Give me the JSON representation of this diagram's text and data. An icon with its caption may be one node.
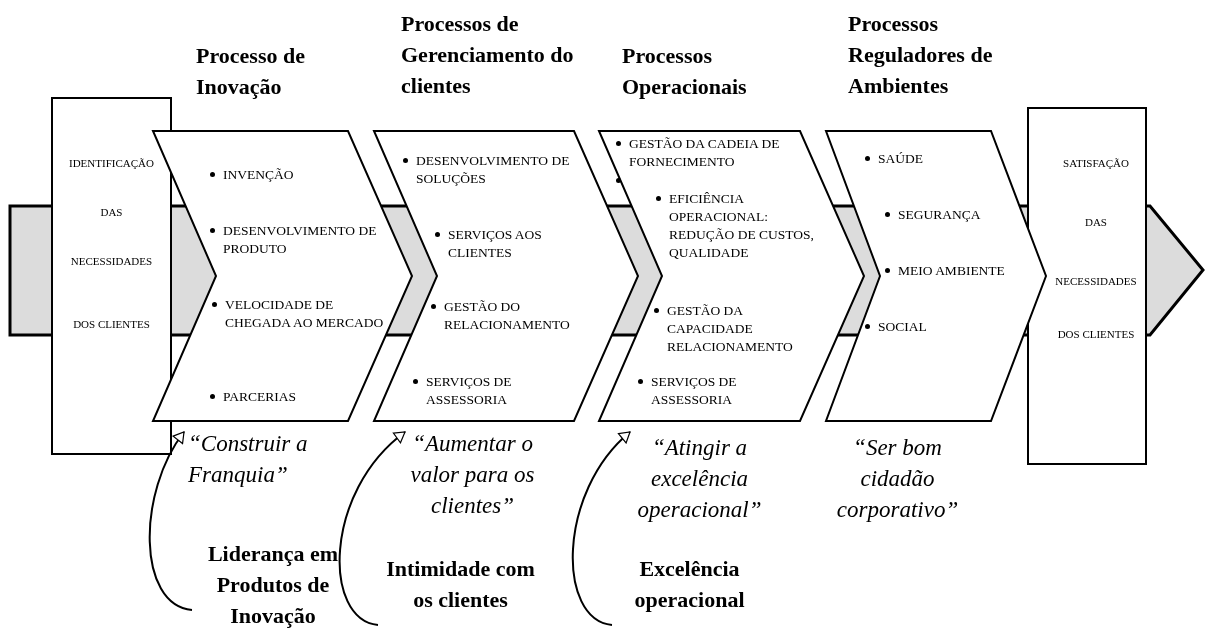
{
  "diagram": {
    "nodes": [
      {
        "text": [
          "IDENTIFICAÇÃO",
          "DAS",
          "NECESSIDADES",
          "DOS CLIENTES"
        ]
      },
      {
        "text": [
          "Processo de Inovação",
          "INVENÇÃO",
          "DESENVOLVIMENTO DE PRODUTO",
          "VELOCIDADE DE CHEGADA AO MERCADO",
          "PARCERIAS"
        ],
        "beside": [
          "“Construir a Franquia”"
        ]
      },
      {
        "text": [
          "Processos de Gerenciamento do clientes",
          "DESENVOLVIMENTO DE SOLUÇÕES",
          "SERVIÇOS AOS CLIENTES",
          "GESTÃO DO RELACIONAMENTO",
          "SERVIÇOS DE ASSESSORIA"
        ],
        "beside": [
          "“Aumentar o valor para os clientes”"
        ]
      },
      {
        "text": [
          "Processos Operacionais",
          "GESTÃO DA CADEIA DE FORNECIMENTO",
          "EFICIÊNCIA OPERACIONAL: REDUÇÃO DE CUSTOS, QUALIDADE",
          "GESTÃO DA CAPACIDADE RELACIONAMENTO",
          "SERVIÇOS DE ASSESSORIA"
        ],
        "beside": [
          "“Atingir a excelência operacional”"
        ]
      },
      {
        "text": [
          "Processos Reguladores de Ambientes",
          "SAÚDE",
          "SEGURANÇA",
          "MEIO AMBIENTE",
          "SOCIAL"
        ],
        "beside": [
          "“Ser bom cidadão corporativo”"
        ]
      },
      {
        "text": [
          "SATISFAÇÃO",
          "DAS",
          "NECESSIDADES",
          "DOS CLIENTES"
        ]
      },
      {
        "text": [
          "Liderança em Produtos de Inovação"
        ]
      },
      {
        "text": [
          "Intimidade com os clientes"
        ]
      },
      {
        "text": [
          "Excelência operacional"
        ]
      }
    ],
    "edges": [
      {
        "from": 6,
        "to": 1,
        "arrow": "to"
      },
      {
        "from": 7,
        "to": 2,
        "arrow": "to"
      },
      {
        "from": 8,
        "to": 3,
        "arrow": "to"
      }
    ]
  }
}
